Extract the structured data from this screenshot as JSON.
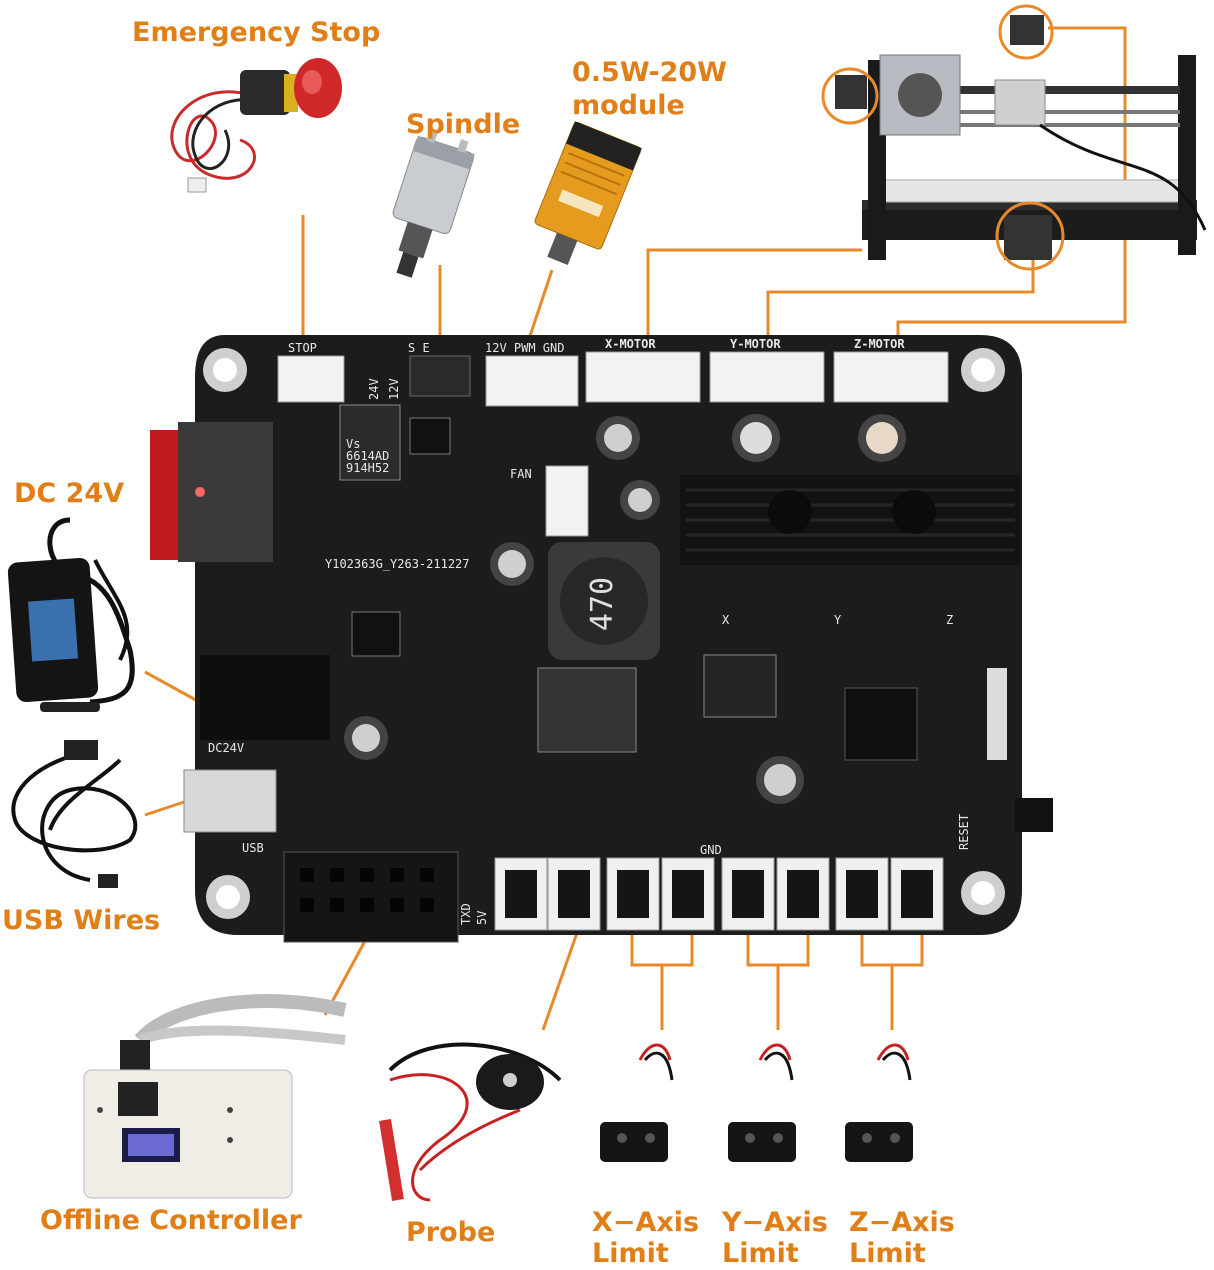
{
  "colors": {
    "accent": "#e07e17",
    "board": "#1c1c1c",
    "leader": "#e8892a"
  },
  "labels": {
    "emergency_stop": "Emergency Stop",
    "spindle": "Spindle",
    "laser_line1": "0.5W-20W",
    "laser_line2": "module",
    "dc24v": "DC 24V",
    "usb_wires": "USB Wires",
    "offline_controller": "Offline Controller",
    "probe": "Probe",
    "x_limit_line1": "X−Axis",
    "x_limit_line2": "Limit",
    "y_limit_line1": "Y−Axis",
    "y_limit_line2": "Limit",
    "z_limit_line1": "Z−Axis",
    "z_limit_line2": "Limit"
  },
  "board_silk": {
    "stop": "STOP",
    "spindle": "S      E",
    "pwm": "12V PWM GND",
    "x_motor": "X-MOTOR",
    "y_motor": "Y-MOTOR",
    "z_motor": "Z-MOTOR",
    "v24": "24V",
    "v12": "12V",
    "fan": "FAN",
    "part_no": "Y102363G_Y263-211227",
    "inductor": "470",
    "dc24v": "DC24V",
    "usb": "USB",
    "reset": "RESET",
    "gnd": "GND",
    "txd": "TXD",
    "v5": "5V",
    "reg_chip1": "Vs",
    "reg_chip2": "6614AD",
    "reg_chip3": "914H52",
    "pot_x": "X",
    "pot_y": "Y",
    "pot_z": "Z"
  }
}
